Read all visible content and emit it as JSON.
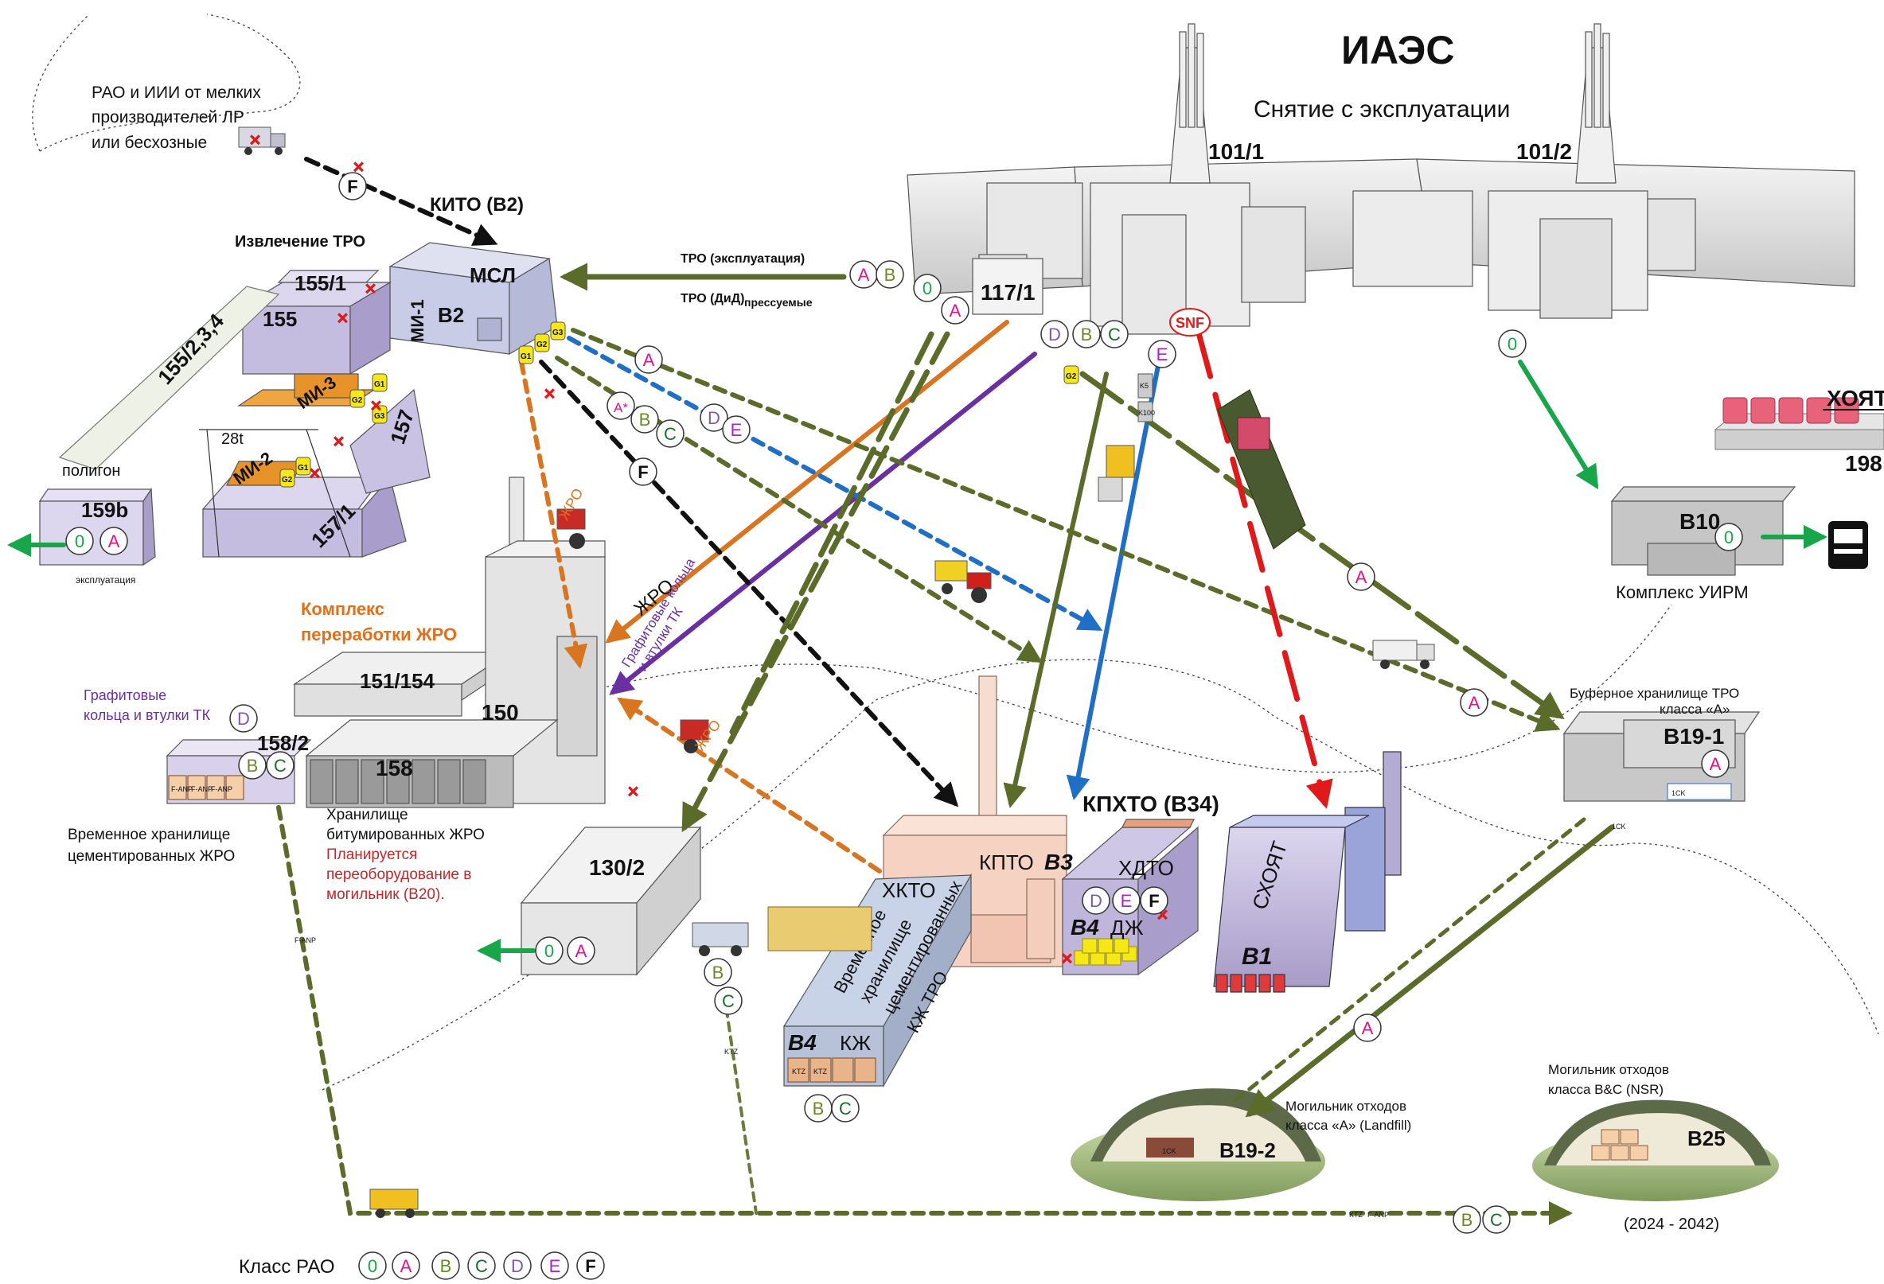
{
  "title": "ИАЭС",
  "subtitle": "Снятие с эксплуатации",
  "units": {
    "u101_1": "101/1",
    "u101_2": "101/2",
    "u117_1": "117/1",
    "u155": "155",
    "u155_1": "155/1",
    "u155_234": "155/2,3,4",
    "u157": "157",
    "u157_1": "157/1",
    "u159b": "159b",
    "u158_2": "158/2",
    "u158": "158",
    "u150": "150",
    "u151_154": "151/154",
    "u130_2": "130/2",
    "b2": "В2",
    "msl": "МСЛ",
    "mi1": "МИ-1",
    "mi2": "МИ-2",
    "mi3": "МИ-3",
    "t28": "28t",
    "b10": "В10",
    "b19_1": "В19-1",
    "b19_2": "В19-2",
    "b25": "В25",
    "b1": "В1",
    "b3": "В3",
    "b4a": "В4",
    "b4b": "В4",
    "hoyat": "ХОЯТ",
    "u198": "198",
    "shoyat": "СХОЯТ",
    "kpto": "КПТО",
    "hkto": "ХКТО",
    "kzh": "КЖ",
    "hdto": "ХДТО",
    "dzh": "ДЖ"
  },
  "labels": {
    "rao_small1": "РАО и ИИИ от мелких",
    "rao_small2": "производителей ЛР",
    "rao_small3": "или бесхозные",
    "kito": "КИТО (В2)",
    "extraction": "Извлечение ТРО",
    "polygon": "полигон",
    "exploitation": "эксплуатация",
    "tro_exp": "ТРО (эксплуатация)",
    "tro_did": "ТРО (ДиД)",
    "pressed": "прессуемые",
    "snf": "SNF",
    "zhro_arrow": "ЖРО",
    "graphite_arrow1": "Графитовые кольца",
    "graphite_arrow2": "и втулки ТК",
    "complex1": "Комплекс",
    "complex2": "переработки ЖРО",
    "graphite1": "Графитовые",
    "graphite2": "кольца и втулки ТК",
    "temp1": "Временное хранилище",
    "temp2": "цементированных ЖРО",
    "bitum1": "Хранилище",
    "bitum2": "битумированных ЖРО",
    "plan1": "Планируется",
    "plan2": "переоборудование в",
    "plan3": "могильник (В20).",
    "kphto": "КПХТО (В34)",
    "hkto_text1": "Временное",
    "hkto_text2": "хранилище",
    "hkto_text3": "цементированных",
    "hkto_text4": "КЖ ТРО",
    "uirm": "Комплекс  УИРМ",
    "buffer1": "Буферное хранилище ТРО",
    "buffer2": "класса «А»",
    "landfill1": "Могильник отходов",
    "landfill2": "класса «А» (Landfill)",
    "nsr1": "Могильник отходов",
    "nsr2": "класса B&C (NSR)",
    "years": "(2024 - 2042)",
    "class_legend": "Класс РАО",
    "zhro_tank1": "ЖРО",
    "zhro_tank2": "ЖРО",
    "k5": "K5",
    "k100": "K100",
    "g1": "G1",
    "g2": "G2",
    "g3": "G3",
    "fanp": "F-ANP",
    "ktz": "KTZ",
    "ick": "1CK",
    "cross": "+"
  },
  "waste_classes": {
    "zero": "0",
    "A": "A",
    "A_star": "A*",
    "B": "B",
    "C": "C",
    "D": "D",
    "E": "E",
    "F": "F"
  },
  "colors": {
    "olive": "#5a6b2a",
    "orange": "#d97420",
    "purple": "#6a2fa0",
    "blue": "#1f6fc6",
    "black": "#111111",
    "green": "#17a64a",
    "red": "#e01a1a",
    "class0": "#17a64a",
    "classA": "#e0148c",
    "classB": "#6a8a2a",
    "classC": "#1b6e2a",
    "classD": "#7a5ab0",
    "classE": "#b020d0",
    "classF": "#111111"
  },
  "icons": [
    "truck-icon",
    "tractor-icon",
    "forklift-icon",
    "rail-car-icon",
    "container-icon",
    "star-icon",
    "arrow-icon"
  ]
}
